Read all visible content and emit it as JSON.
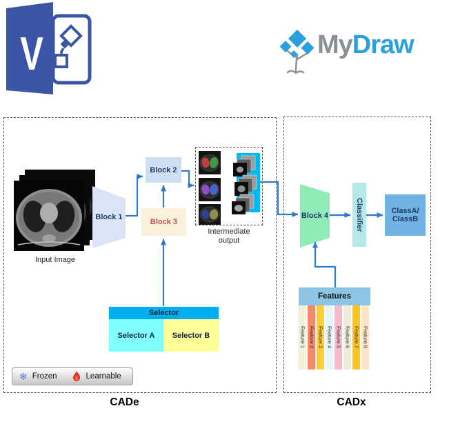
{
  "header": {
    "visio": {
      "letter": "V"
    },
    "mydraw": {
      "word_gray": "My",
      "word_blue": "Draw"
    }
  },
  "cade": {
    "panel_label": "CADe",
    "input_caption": "Input Image",
    "block1_label": "Block 1",
    "block2_label": "Block 2",
    "block3_label": "Block 3",
    "intermediate": {
      "caption_line1": "Intermediate",
      "caption_line2": "output",
      "slices": [
        {
          "left_lung": "#c04040",
          "right_lung": "#3f9a44"
        },
        {
          "left_lung": "#9050c0",
          "right_lung": "#4a62c8"
        },
        {
          "left_lung": "#31418f",
          "right_lung": "#8f8f45"
        }
      ]
    },
    "selector": {
      "header": "Selector",
      "option_a": "Selector A",
      "option_b": "Selector B"
    },
    "legend": {
      "frozen_icon": "❄",
      "frozen_label": "Frozen",
      "learnable_label": "Learnable"
    }
  },
  "cadx": {
    "panel_label": "CADx",
    "block4_label": "Block 4",
    "classifier_label": "Classifier",
    "output_line1": "ClassA/",
    "output_line2": "ClassB",
    "features_header": "Features",
    "features": [
      {
        "label": "Feature 1",
        "color": "#f3efd9"
      },
      {
        "label": "Feature 2",
        "color": "#f6886a"
      },
      {
        "label": "Feature 3",
        "color": "#ffcc33"
      },
      {
        "label": "Feature 4",
        "color": "#eaf5fa"
      },
      {
        "label": "Feature 5",
        "color": "#f8b9c8"
      },
      {
        "label": "Feature 6",
        "color": "#f0ecda"
      },
      {
        "label": "Feature 7",
        "color": "#fcc41e"
      },
      {
        "label": "Feature 8",
        "color": "#fbe5c8"
      }
    ]
  },
  "colors": {
    "arrow": "#2e79cc",
    "block1_fill": "#d9e5f6",
    "block2_fill": "#cfdff2",
    "block3_fill": "#faf0dc",
    "block3_text": "#c0504d",
    "block_text": "#1f3864",
    "block4_fill": "#90ecb7",
    "classifier_fill": "#b5e8e8",
    "classab_fill": "#70b2e4",
    "selector_header_fill": "#00aeef",
    "selector_a_fill": "#80ffff",
    "selector_b_fill": "#ffff99",
    "features_header_fill": "#8cc6e4",
    "cyan_panel_fill": "#00b9f2",
    "visio_blue": "#3b55a5",
    "mydraw_blue": "#2aa0dc",
    "mydraw_gray": "#8a9095",
    "frozen_icon_color": "#4a7cd6"
  }
}
